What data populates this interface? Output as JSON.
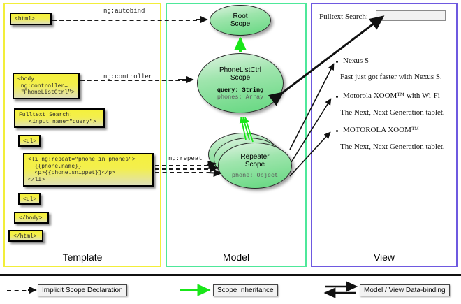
{
  "panels": [
    {
      "id": "template",
      "label": "Template",
      "border_color": "#f2ee3a"
    },
    {
      "id": "model",
      "label": "Model",
      "border_color": "#4ee89a"
    },
    {
      "id": "view",
      "label": "View",
      "border_color": "#6e59e0"
    }
  ],
  "template": {
    "boxes": [
      {
        "name": "html-open-box",
        "text": "<html>"
      },
      {
        "name": "body-controller-box",
        "text": "<body\n ng:controller=\n \"PhoneListCtrl\">"
      },
      {
        "name": "fulltext-search-box",
        "text": "Fulltext Search:\n   <input name=\"query\">"
      },
      {
        "name": "ul-open-box",
        "text": "<ul>"
      },
      {
        "name": "li-repeat-box",
        "text": "<li ng:repeat=\"phone in phones\">\n  {{phone.name}}\n  <p>{{phone.snippet}}</p>\n</li>"
      },
      {
        "name": "ul-close-box",
        "text": "<ul>"
      },
      {
        "name": "body-close-box",
        "text": "</body>"
      },
      {
        "name": "html-close-box",
        "text": "</html>"
      }
    ]
  },
  "connectors": {
    "autobind_label": "ng:autobind",
    "controller_label": "ng:controller",
    "repeat_label": "ng:repeat"
  },
  "model": {
    "scopes": [
      {
        "name": "root-scope",
        "title_line1": "Root",
        "title_line2": "Scope",
        "props": []
      },
      {
        "name": "phonelistctrl-scope",
        "title_line1": "PhoneListCtrl",
        "title_line2": "Scope",
        "props": [
          {
            "text": "query: String",
            "style": "bold"
          },
          {
            "text": "phones: Array",
            "style": "dim"
          }
        ]
      },
      {
        "name": "repeater-scope",
        "title_line1": "Repeater",
        "title_line2": "Scope",
        "props": [
          {
            "text": "phone: Object",
            "style": "dim"
          }
        ]
      }
    ]
  },
  "view": {
    "search_label": "Fulltext Search:",
    "search_value": "",
    "items": [
      {
        "title": "Nexus S",
        "snippet": "Fast just got faster with Nexus S."
      },
      {
        "title": "Motorola XOOM™  with Wi-Fi",
        "snippet": "The Next, Next Generation tablet."
      },
      {
        "title": "MOTOROLA XOOM™",
        "snippet": "The Next, Next Generation tablet."
      }
    ]
  },
  "legend": [
    {
      "name": "legend-implicit-scope",
      "label": "Implicit Scope Declaration",
      "style": "dashed",
      "color": "#111111"
    },
    {
      "name": "legend-scope-inheritance",
      "label": "Scope Inheritance",
      "style": "solid-green",
      "color": "#19e619"
    },
    {
      "name": "legend-data-binding",
      "label": "Model / View Data-binding",
      "style": "double-solid",
      "color": "#111111"
    }
  ]
}
